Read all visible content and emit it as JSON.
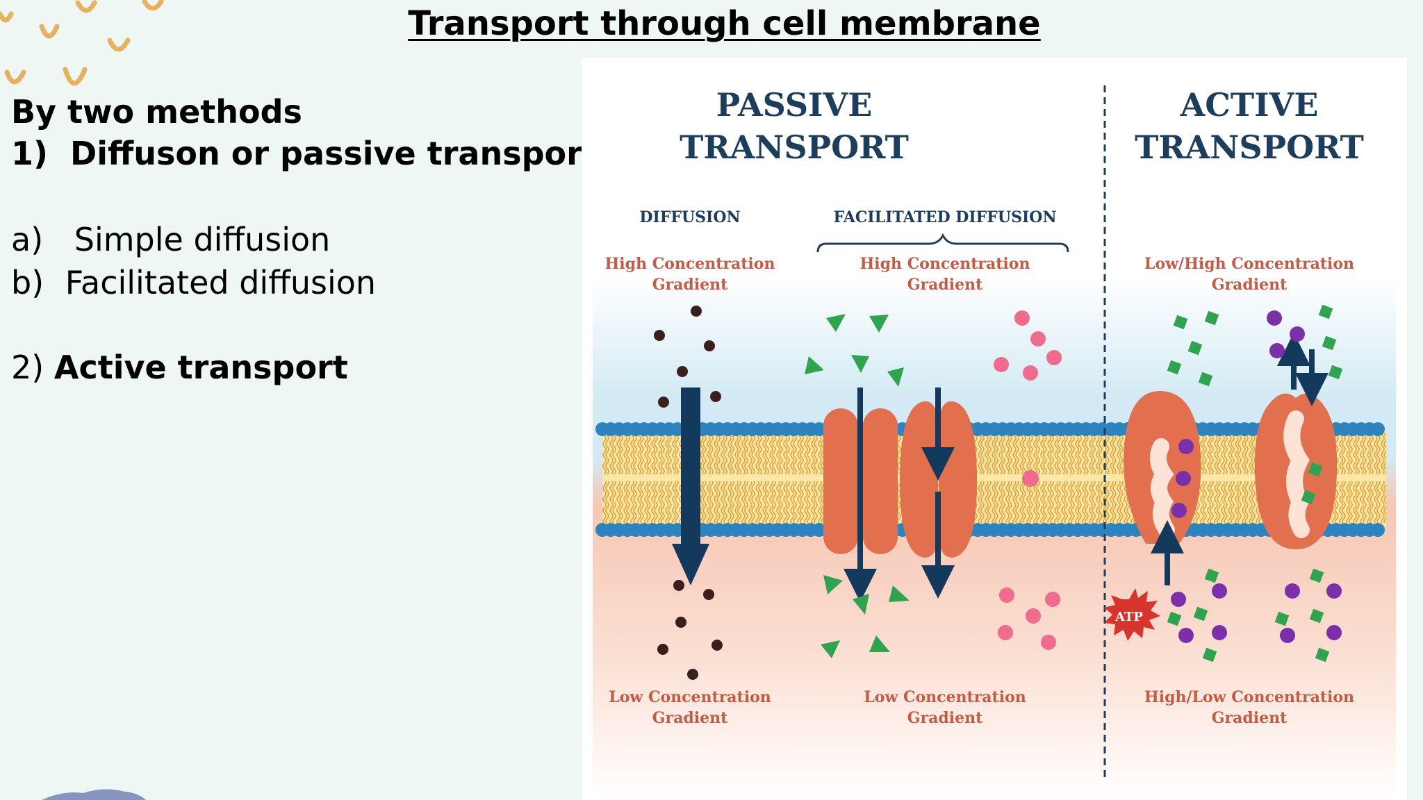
{
  "slide": {
    "title": "Transport through cell membrane"
  },
  "content": {
    "heading": "By two methods",
    "point1_num": "1)",
    "point1_text": "Diffuson  or passive transport",
    "sub_a_label": "a)",
    "sub_a_text": "Simple diffusion",
    "sub_b_label": "b)",
    "sub_b_text": "Facilitated diffusion",
    "point2_num": "2)",
    "point2_text": "Active transport"
  },
  "figure": {
    "passive_title_1": "PASSIVE",
    "passive_title_2": "TRANSPORT",
    "active_title_1": "ACTIVE",
    "active_title_2": "TRANSPORT",
    "diffusion_label": "DIFFUSION",
    "facilitated_label": "FACILITATED DIFFUSION",
    "diffusion_top_1": "High Concentration",
    "diffusion_top_2": "Gradient",
    "facilitated_top_1": "High Concentration",
    "facilitated_top_2": "Gradient",
    "active_top_1": "Low/High Concentration",
    "active_top_2": "Gradient",
    "diffusion_bottom_1": "Low Concentration",
    "diffusion_bottom_2": "Gradient",
    "facilitated_bottom_1": "Low Concentration",
    "facilitated_bottom_2": "Gradient",
    "active_bottom_1": "High/Low Concentration",
    "active_bottom_2": "Gradient",
    "atp_label": "ATP"
  },
  "colors": {
    "title_navy": "#1d3d5c",
    "gradient_text": "#c85a43",
    "membrane_head": "#3a9bd0",
    "lipid_tail": "#e8b84a",
    "protein": "#e2704f",
    "arrow": "#133a5c",
    "triangle_green": "#2ea44f",
    "sphere_pink": "#f06b8e",
    "sphere_purple": "#7b2fa8",
    "atp_red": "#d9342b"
  }
}
